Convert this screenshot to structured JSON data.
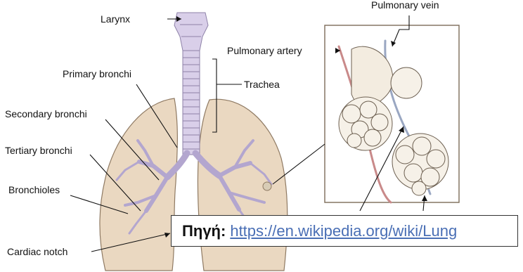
{
  "labels": {
    "top_fragment": "",
    "larynx": "Larynx",
    "pulmonary_vein": "Pulmonary vein",
    "pulmonary_artery": "Pulmonary artery",
    "primary_bronchi": "Primary bronchi",
    "trachea": "Trachea",
    "secondary_bronchi": "Secondary bronchi",
    "tertiary_bronchi": "Tertiary bronchi",
    "bronchioles": "Bronchioles",
    "cardiac_notch": "Cardiac notch"
  },
  "source": {
    "label": "Πηγή:",
    "link": "https://en.wikipedia.org/wiki/Lung"
  },
  "colors": {
    "lung_tissue": "#ead8c1",
    "airway": "#b3a6cf",
    "link": "#4a6fb5"
  }
}
